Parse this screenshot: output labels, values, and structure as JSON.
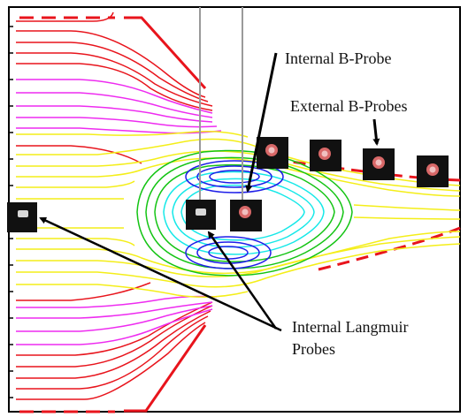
{
  "labels": {
    "internal_b_probe": "Internal B-Probe",
    "external_b_probes": "External B-Probes",
    "internal_langmuir_line1": "Internal Langmuir",
    "internal_langmuir_line2": "Probes"
  },
  "colors": {
    "field_outer": "#e8141c",
    "field_mid": "#ee2cf0",
    "field_near": "#f4ee18",
    "closed_outer": "#14c414",
    "closed_mid": "#16e8e8",
    "closed_inner": "#1e1ee8",
    "probe_body": "#111111",
    "probe_tip": "#d8d8d8",
    "external_tip": "#d86868",
    "probe_shaft": "#9a9a9a",
    "arrow": "#000000",
    "frame": "#000000"
  }
}
